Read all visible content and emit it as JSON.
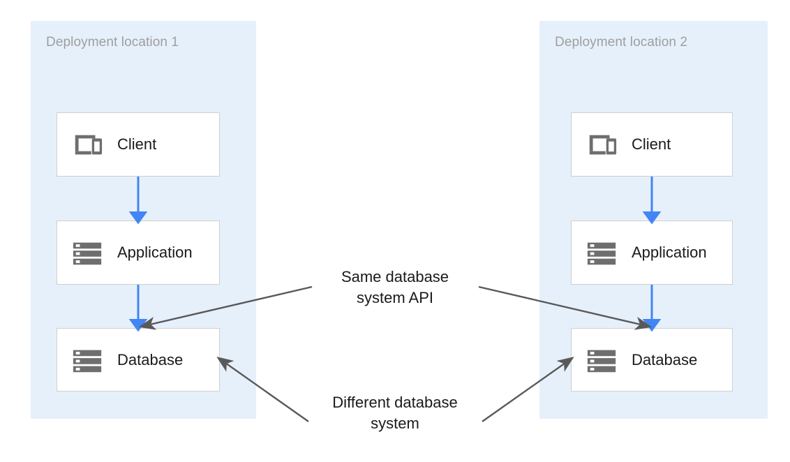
{
  "diagram": {
    "title_present": false,
    "background_color": "#ffffff",
    "panel_color": "#e6f0fb",
    "panel_label_color": "#9e9e9e",
    "flow_arrow_color": "#4285f4",
    "annotation_color": "#595959",
    "node_border_color": "#cfcfcf",
    "icon_color": "#6e6e6e"
  },
  "panels": [
    {
      "label": "Deployment location 1",
      "nodes": [
        {
          "label": "Client",
          "icon": "devices-icon"
        },
        {
          "label": "Application",
          "icon": "server-icon"
        },
        {
          "label": "Database",
          "icon": "database-icon"
        }
      ]
    },
    {
      "label": "Deployment location 2",
      "nodes": [
        {
          "label": "Client",
          "icon": "devices-icon"
        },
        {
          "label": "Application",
          "icon": "server-icon"
        },
        {
          "label": "Database",
          "icon": "database-icon"
        }
      ]
    }
  ],
  "annotations": [
    {
      "text": "Same database\nsystem API"
    },
    {
      "text": "Different database\nsystem"
    }
  ]
}
